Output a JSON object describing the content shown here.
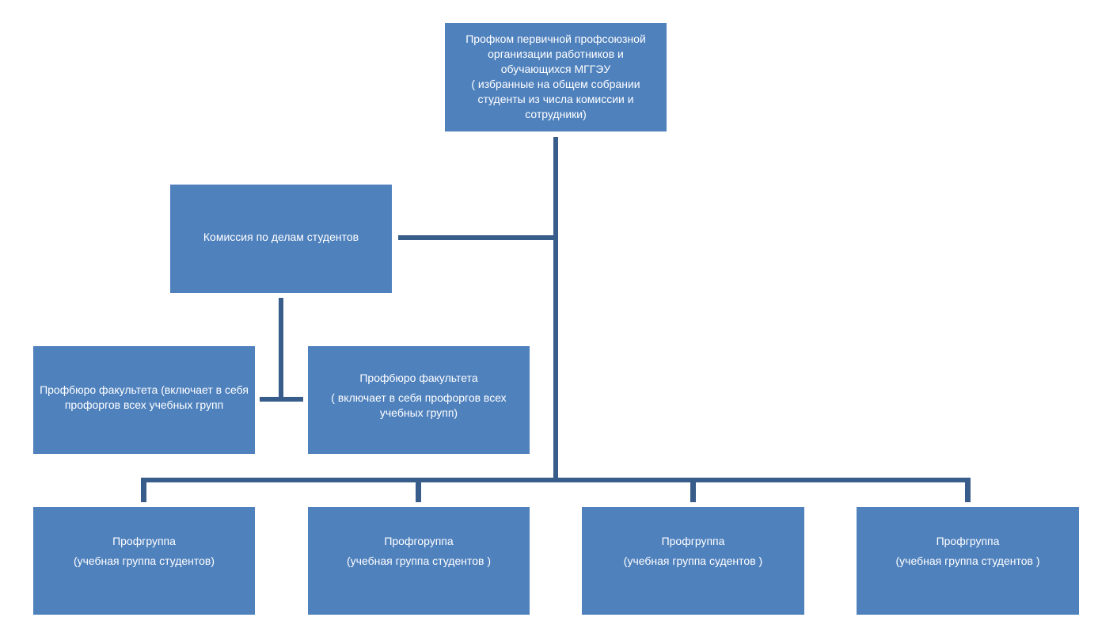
{
  "diagram": {
    "colors": {
      "box_fill": "#4f81bd",
      "connector": "#385d8a",
      "text": "#ffffff"
    },
    "top": {
      "lines": [
        "Профком первичной профсоюзной",
        "организации работников и",
        "обучающихся МГГЭУ",
        "( избранные на общем собрании",
        "студенты  из числа комиссии и",
        "сотрудники)"
      ]
    },
    "commission": {
      "label": "Комиссия по делам студентов"
    },
    "faculty_left": {
      "lines": [
        "Профбюро факультета (включает в себя",
        "профоргов всех учебных групп"
      ]
    },
    "faculty_right": {
      "lines": [
        "Профбюро факультета",
        "( включает в себя профоргов всех",
        "учебных групп)"
      ]
    },
    "groups": [
      {
        "title": "Профгруппа",
        "subtitle": "(учебная группа студентов)"
      },
      {
        "title": "Профгоруппа",
        "subtitle": "(учебная группа студентов )"
      },
      {
        "title": "Профгруппа",
        "subtitle": "(учебная группа судентов )"
      },
      {
        "title": "Профгруппа",
        "subtitle": "(учебная группа студентов )"
      }
    ]
  }
}
